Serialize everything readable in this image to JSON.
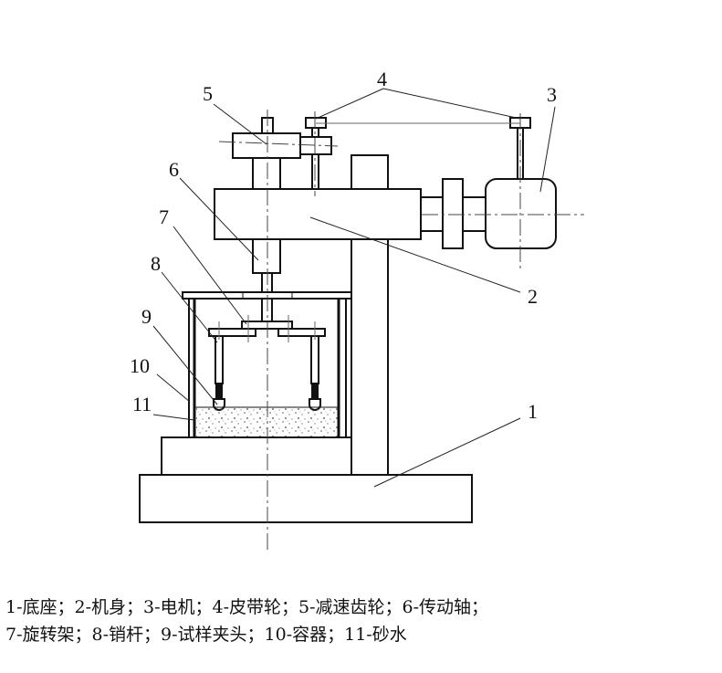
{
  "diagram": {
    "title": "Slurry erosion rotary test machine schematic",
    "callouts": [
      {
        "num": "1",
        "part": "底座"
      },
      {
        "num": "2",
        "part": "机身"
      },
      {
        "num": "3",
        "part": "电机"
      },
      {
        "num": "4",
        "part": "皮带轮"
      },
      {
        "num": "5",
        "part": "减速齿轮"
      },
      {
        "num": "6",
        "part": "传动轴"
      },
      {
        "num": "7",
        "part": "旋转架"
      },
      {
        "num": "8",
        "part": "销杆"
      },
      {
        "num": "9",
        "part": "试样夹头"
      },
      {
        "num": "10",
        "part": "容器"
      },
      {
        "num": "11",
        "part": "砂水"
      }
    ],
    "labels": {
      "l1": "1",
      "l2": "2",
      "l3": "3",
      "l4": "4",
      "l5": "5",
      "l6": "6",
      "l7": "7",
      "l8": "8",
      "l9": "9",
      "l10": "10",
      "l11": "11"
    }
  },
  "caption": {
    "line1": "1-底座；2-机身；3-电机；4-皮带轮；5-减速齿轮；6-传动轴；",
    "line2": "7-旋转架；8-销杆；9-试样夹头；10-容器；11-砂水"
  },
  "colors": {
    "stroke": "#111111",
    "centerline": "#444444",
    "sand": "#888888"
  }
}
